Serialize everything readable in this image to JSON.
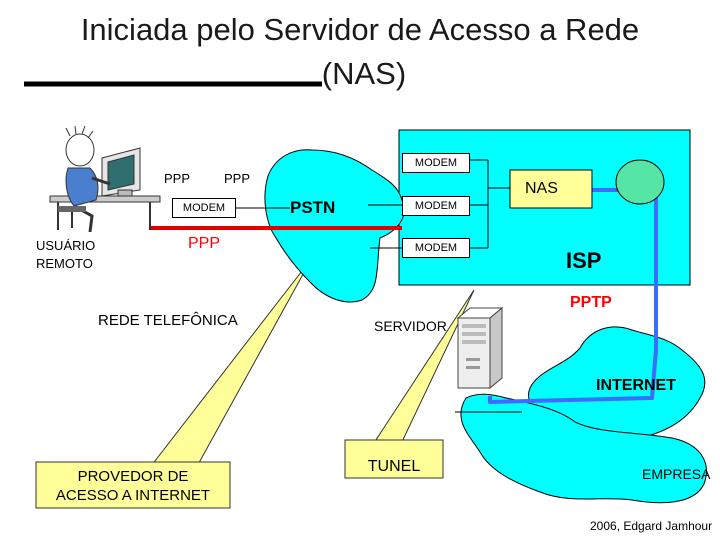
{
  "title": {
    "line1": "Iniciada pelo Servidor de Acesso a Rede",
    "line2": "(NAS)"
  },
  "labels": {
    "ppp_top_left": "PPP",
    "ppp_top_right": "PPP",
    "modem_user": "MODEM",
    "pstn": "PSTN",
    "modem_1": "MODEM",
    "modem_2": "MODEM",
    "modem_3": "MODEM",
    "nas": "NAS",
    "usuario_line1": "USUÁRIO",
    "usuario_line2": "REMOTO",
    "ppp_red": "PPP",
    "isp": "ISP",
    "rede_telefonica": "REDE TELEFÔNICA",
    "servidor": "SERVIDOR",
    "pptp": "PPTP",
    "internet": "INTERNET",
    "provedor_line1": "PROVEDOR DE",
    "provedor_line2": "ACESSO A INTERNET",
    "tunel": "TUNEL",
    "empresa": "EMPRESA",
    "credit": "2006, Edgard Jamhour"
  },
  "colors": {
    "isp_fill": "#00ffff",
    "pstn_fill": "#00ffff",
    "internet_fill": "#00ffff",
    "callout_fill": "#ffff99",
    "nas_fill": "#ffff99",
    "ppp_line": "#e00000",
    "pptp_line": "#3f6bff",
    "ppp_text": "#ff0000",
    "pptp_text": "#ff0000"
  }
}
